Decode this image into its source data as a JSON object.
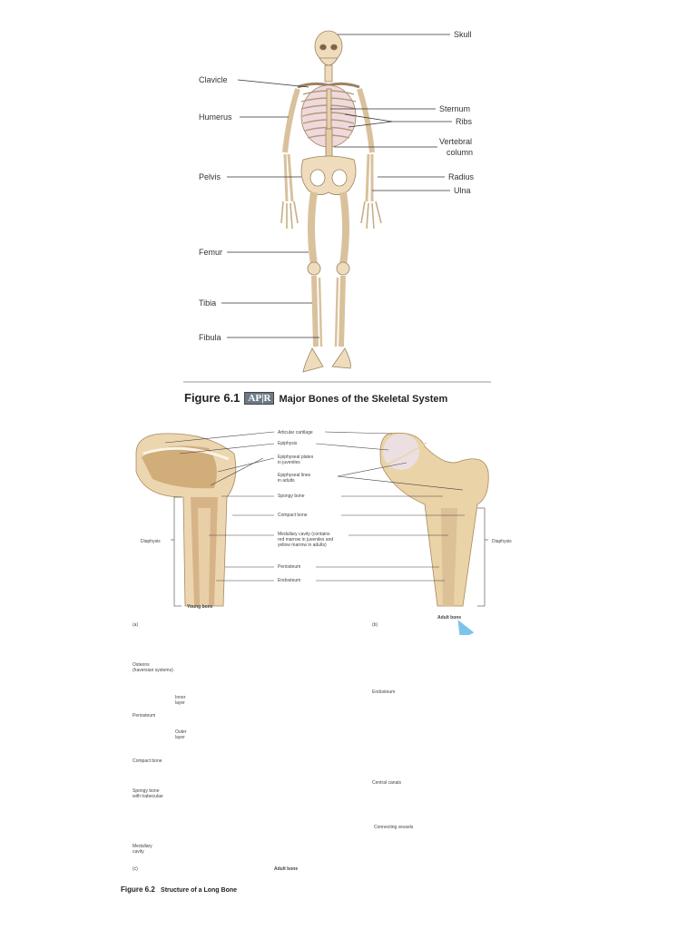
{
  "figure1": {
    "labels": {
      "skull": "Skull",
      "clavicle": "Clavicle",
      "humerus": "Humerus",
      "sternum": "Sternum",
      "ribs": "Ribs",
      "vertebral_1": "Vertebral",
      "vertebral_2": "column",
      "pelvis": "Pelvis",
      "radius": "Radius",
      "ulna": "Ulna",
      "femur": "Femur",
      "tibia": "Tibia",
      "fibula": "Fibula"
    },
    "caption_num": "Figure 6.1",
    "caption_badge": "AP|R",
    "caption_title": "Major Bones of the Skeletal System"
  },
  "figure2": {
    "labels": {
      "articular_cartilage": "Articular cartilage",
      "epiphysis": "Epiphysis",
      "epiphyseal_plates_1": "Epiphyseal plates",
      "epiphyseal_plates_2": "in juveniles",
      "epiphyseal_lines_1": "Epiphyseal lines",
      "epiphyseal_lines_2": "in adults",
      "spongy_bone": "Spongy bone",
      "compact_bone": "Compact bone",
      "medullary_1": "Medullary cavity (contains",
      "medullary_2": "red marrow in juveniles and",
      "medullary_3": "yellow marrow in adults)",
      "periosteum": "Periosteum",
      "endosteum": "Endosteum",
      "diaphysis_left": "Diaphysis",
      "diaphysis_right": "Diaphysis",
      "young_bone": "Young bone",
      "adult_bone_b": "Adult bone",
      "panel_a": "(a)",
      "panel_b": "(b)",
      "osteons_1": "Osteons",
      "osteons_2": "(haversian systems)",
      "inner_layer_1": "Inner",
      "inner_layer_2": "layer",
      "periosteum_c": "Periosteum",
      "outer_layer_1": "Outer",
      "outer_layer_2": "layer",
      "compact_bone_c": "Compact bone",
      "spongy_trab_1": "Spongy bone",
      "spongy_trab_2": "with trabeculae",
      "medullary_c_1": "Medullary",
      "medullary_c_2": "cavity",
      "endosteum_c": "Endosteum",
      "central_canals": "Central canals",
      "connecting_vessels": "Connecting vessels",
      "adult_bone_c": "Adult bone",
      "panel_c": "(c)"
    },
    "caption_num": "Figure 6.2",
    "caption_title": "Structure of a Long Bone"
  },
  "colors": {
    "bone": "#ecd9b4",
    "bone_dark": "#c9a87a",
    "cartilage": "#ece2f0",
    "spongy": "#b98a56",
    "artery": "#d43a3a",
    "vein": "#3a5cc8",
    "arrow": "#7cc4ec"
  }
}
